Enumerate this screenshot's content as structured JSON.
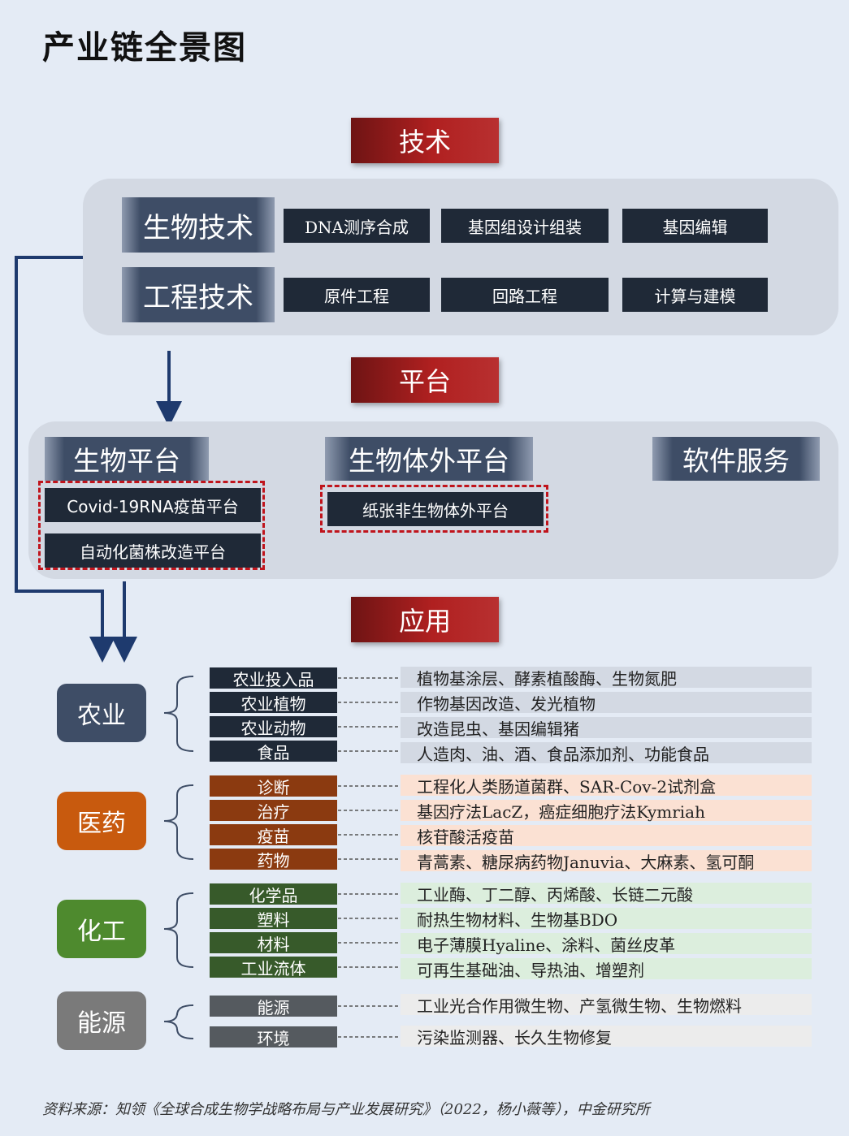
{
  "title": "产业链全景图",
  "colors": {
    "background": "#e4ebf5",
    "header_red": "#b02020",
    "navy": "#1e3a6e",
    "brown_arrow": "#8b3a10",
    "agri": "#3e4d66",
    "med": "#c85a0e",
    "chem": "#4e8a2e",
    "energy": "#7a7a7a"
  },
  "sections": {
    "tech": "技术",
    "platform": "平台",
    "application": "应用"
  },
  "tech": {
    "rows": [
      {
        "label": "生物技术",
        "items": [
          "DNA测序合成",
          "基因组设计组装",
          "基因编辑"
        ]
      },
      {
        "label": "工程技术",
        "items": [
          "原件工程",
          "回路工程",
          "计算与建模"
        ]
      }
    ]
  },
  "platform": {
    "bio": "生物平台",
    "invitro": "生物体外平台",
    "software": "软件服务",
    "bio_items": [
      "Covid-19RNA疫苗平台",
      "自动化菌株改造平台"
    ],
    "invitro_items": [
      "纸张非生物体外平台"
    ]
  },
  "applications": [
    {
      "category": "农业",
      "items": [
        {
          "name": "农业投入品",
          "desc": "植物基涂层、酵素植酸酶、生物氮肥"
        },
        {
          "name": "农业植物",
          "desc": "作物基因改造、发光植物"
        },
        {
          "name": "农业动物",
          "desc": "改造昆虫、基因编辑猪"
        },
        {
          "name": "食品",
          "desc": "人造肉、油、酒、食品添加剂、功能食品"
        }
      ]
    },
    {
      "category": "医药",
      "items": [
        {
          "name": "诊断",
          "desc": "工程化人类肠道菌群、SAR-Cov-2试剂盒"
        },
        {
          "name": "治疗",
          "desc": "基因疗法LacZ，癌症细胞疗法Kymriah"
        },
        {
          "name": "疫苗",
          "desc": "核苷酸活疫苗"
        },
        {
          "name": "药物",
          "desc": "青蒿素、糖尿病药物Januvia、大麻素、氢可酮"
        }
      ]
    },
    {
      "category": "化工",
      "items": [
        {
          "name": "化学品",
          "desc": "工业酶、丁二醇、丙烯酸、长链二元酸"
        },
        {
          "name": "塑料",
          "desc": "耐热生物材料、生物基BDO"
        },
        {
          "name": "材料",
          "desc": "电子薄膜Hyaline、涂料、菌丝皮革"
        },
        {
          "name": "工业流体",
          "desc": "可再生基础油、导热油、增塑剂"
        }
      ]
    },
    {
      "category": "能源",
      "items": [
        {
          "name": "能源",
          "desc": "工业光合作用微生物、产氢微生物、生物燃料"
        },
        {
          "name": "环境",
          "desc": "污染监测器、长久生物修复"
        }
      ]
    }
  ],
  "source": "资料来源：知领《全球合成生物学战略布局与产业发展研究》（2022，杨小薇等），中金研究所"
}
